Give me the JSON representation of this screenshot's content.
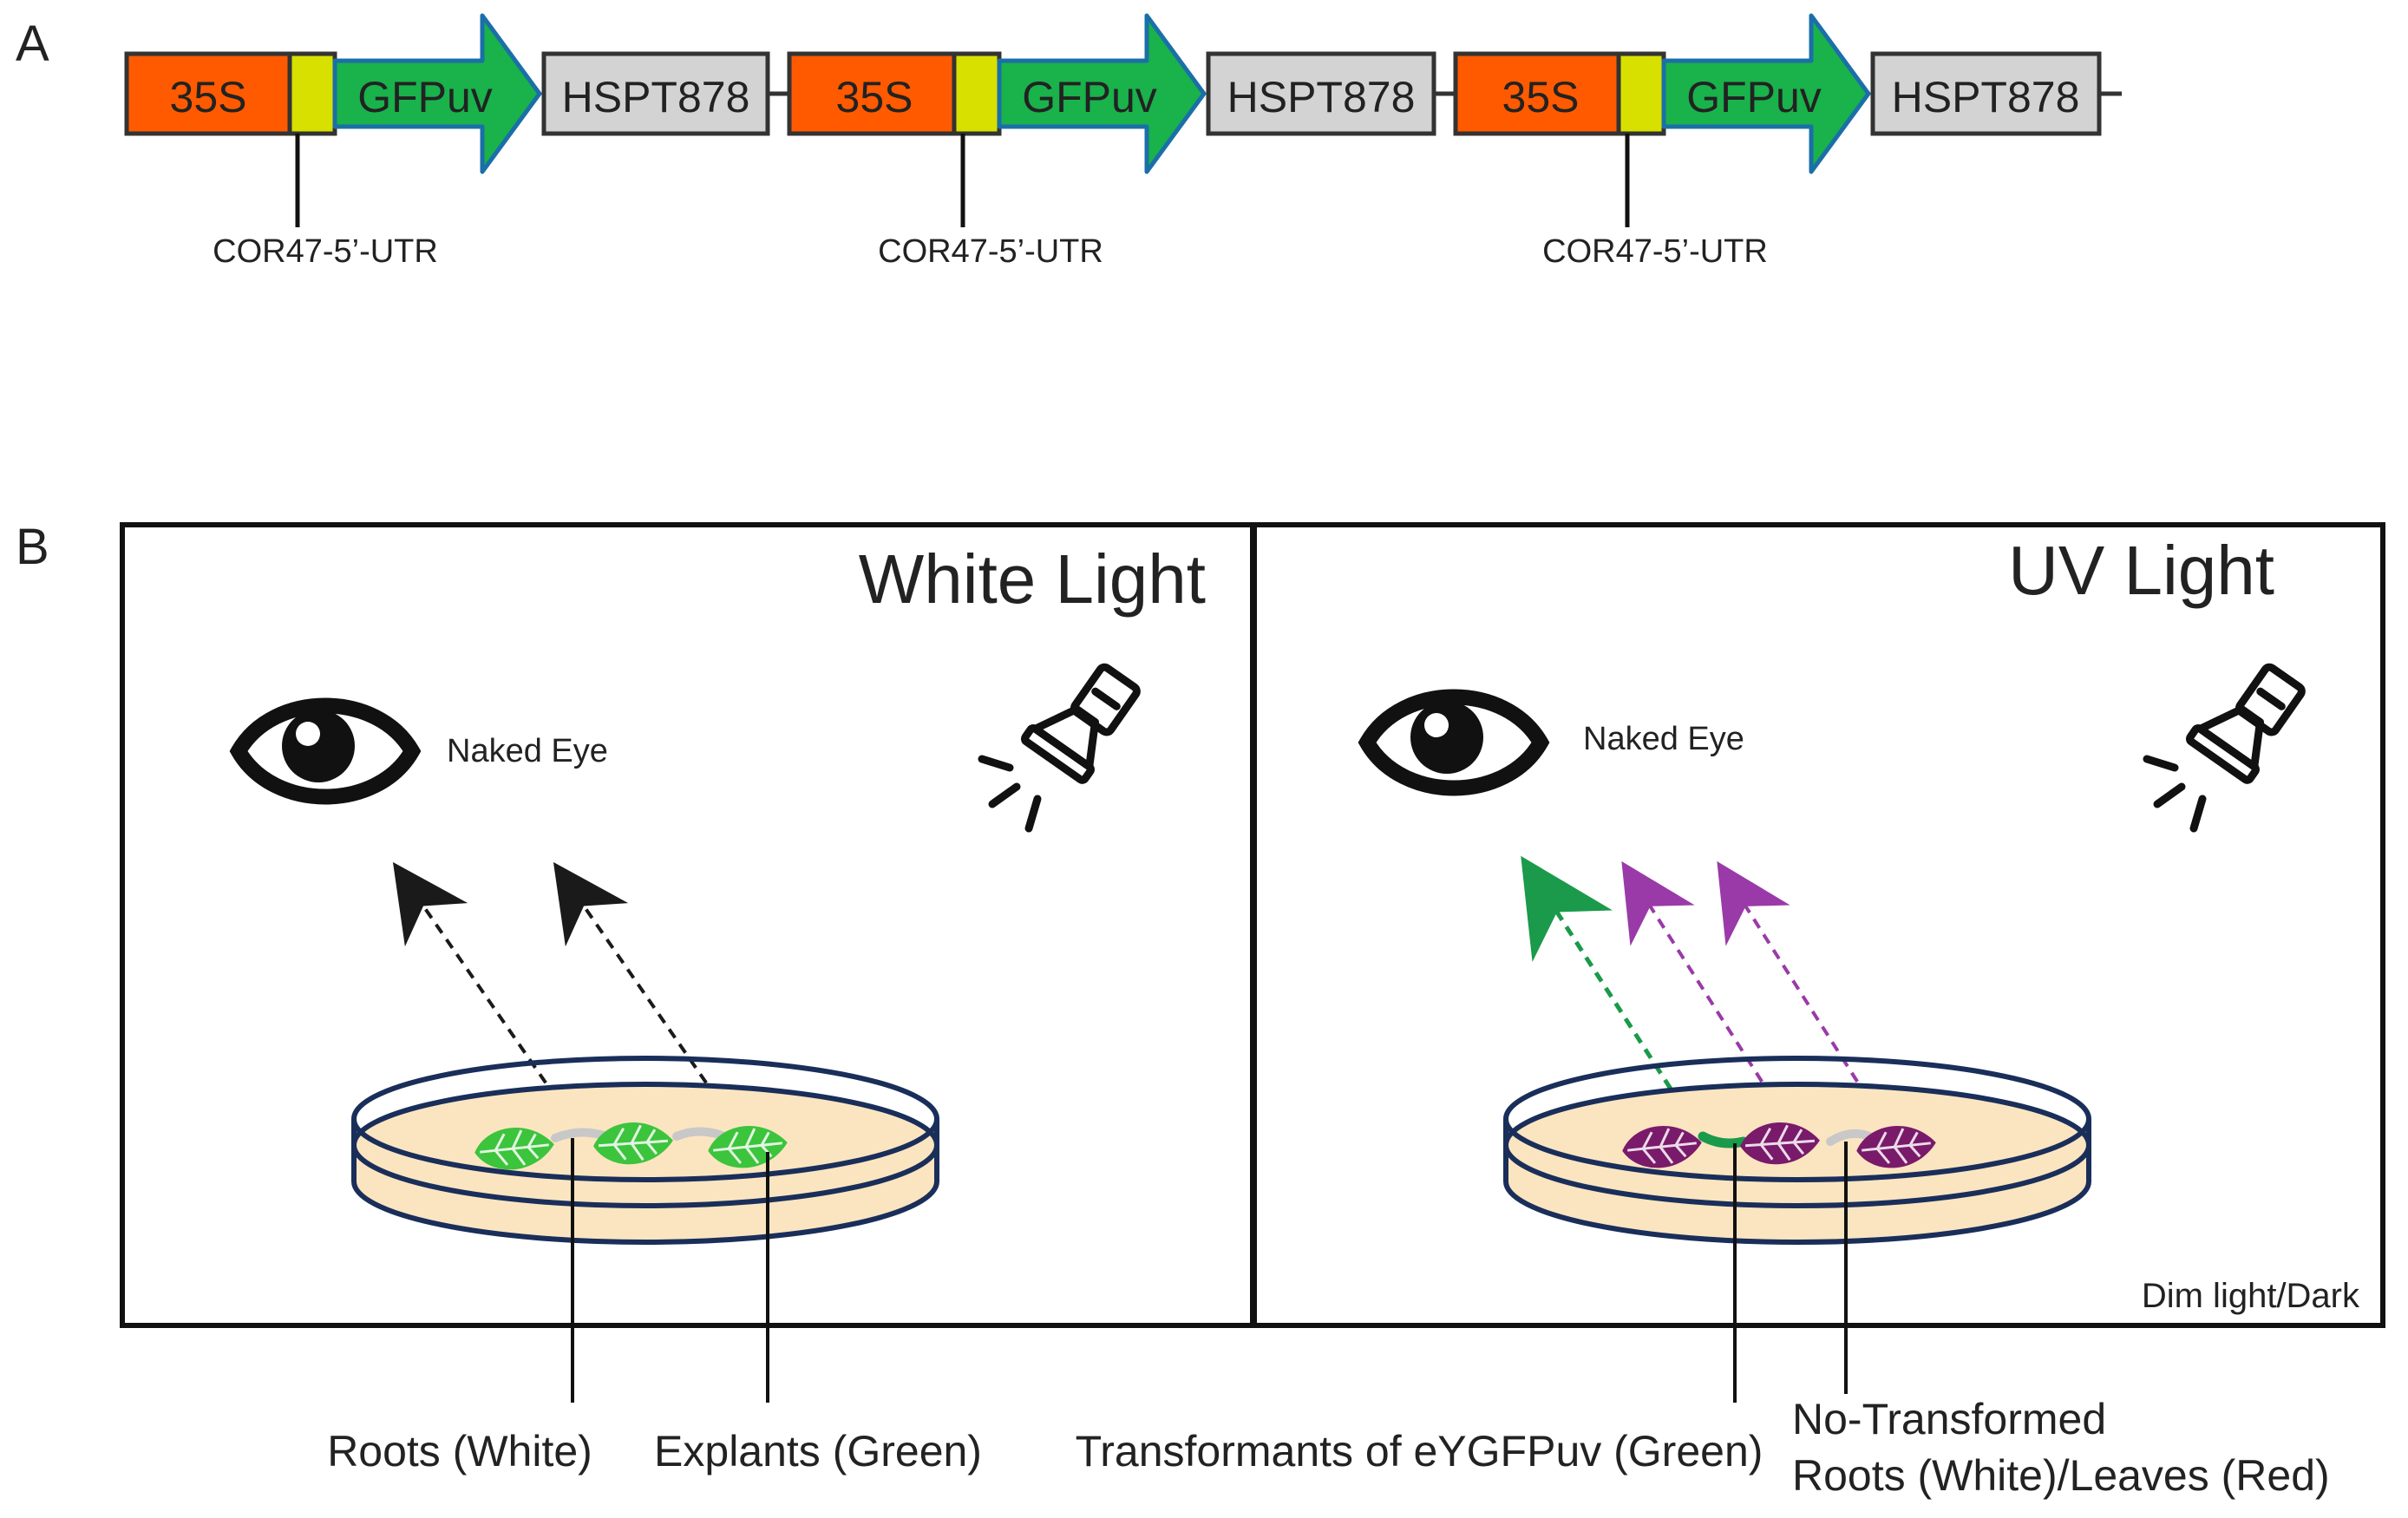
{
  "panel_a": {
    "letter": "A",
    "cassettes": [
      {
        "promoter": "35S",
        "reporter": "GFPuv",
        "terminator": "HSPT878",
        "utr_label": "COR47-5’-UTR"
      },
      {
        "promoter": "35S",
        "reporter": "GFPuv",
        "terminator": "HSPT878",
        "utr_label": "COR47-5’-UTR"
      },
      {
        "promoter": "35S",
        "reporter": "GFPuv",
        "terminator": "HSPT878",
        "utr_label": "COR47-5’-UTR"
      }
    ]
  },
  "panel_b": {
    "letter": "B",
    "left_box": {
      "title": "White Light",
      "eye_label": "Naked Eye"
    },
    "right_box": {
      "title": "UV Light",
      "eye_label": "Naked Eye",
      "corner_note": "Dim light/Dark"
    },
    "labels": {
      "roots": "Roots (White)",
      "explants": "Explants (Green)",
      "transformants": "Transformants of eYGFPuv (Green)",
      "nontransformed_line1": "No-Transformed",
      "nontransformed_line2": "Roots (White)/Leaves (Red)"
    }
  },
  "colors": {
    "promoter": "#ff5a00",
    "utr": "#d8e000",
    "reporter": "#19b24b",
    "reporter_outline": "#1b6fa8",
    "terminator": "#d3d3d3",
    "leaf_green": "#3cc43c",
    "leaf_purple": "#7a1a6a",
    "arrow_green": "#1a9a4a",
    "arrow_purple": "#9a3aa8",
    "dish_fill": "#fbe5c0",
    "dish_outline": "#1a2e5a"
  }
}
